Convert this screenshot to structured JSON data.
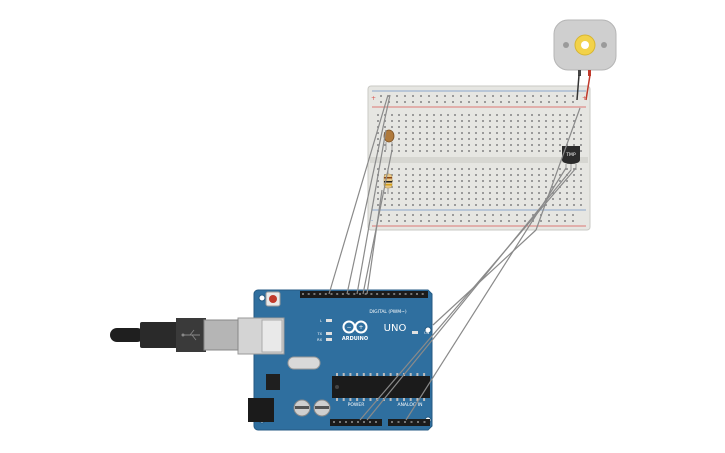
{
  "arduino": {
    "brand": "ARDUINO",
    "model": "UNO",
    "header_digital": "DIGITAL (PWM~)",
    "header_power": "POWER",
    "header_analog": "ANALOG IN",
    "led_on": "ON",
    "led_tx": "TX",
    "led_rx": "RX",
    "led_l": "L"
  },
  "components": {
    "temp_sensor_label": "TMP"
  },
  "colors": {
    "board": "#2f6f9f",
    "board_dark": "#245a83",
    "breadboard": "#e6e6e2",
    "wire": "#8a8a8a",
    "rail_red": "#d9534f",
    "rail_blue": "#6a8fc4",
    "usb": "#222222",
    "motor": "#cfcfcf",
    "motor_hub": "#f2d24a"
  }
}
